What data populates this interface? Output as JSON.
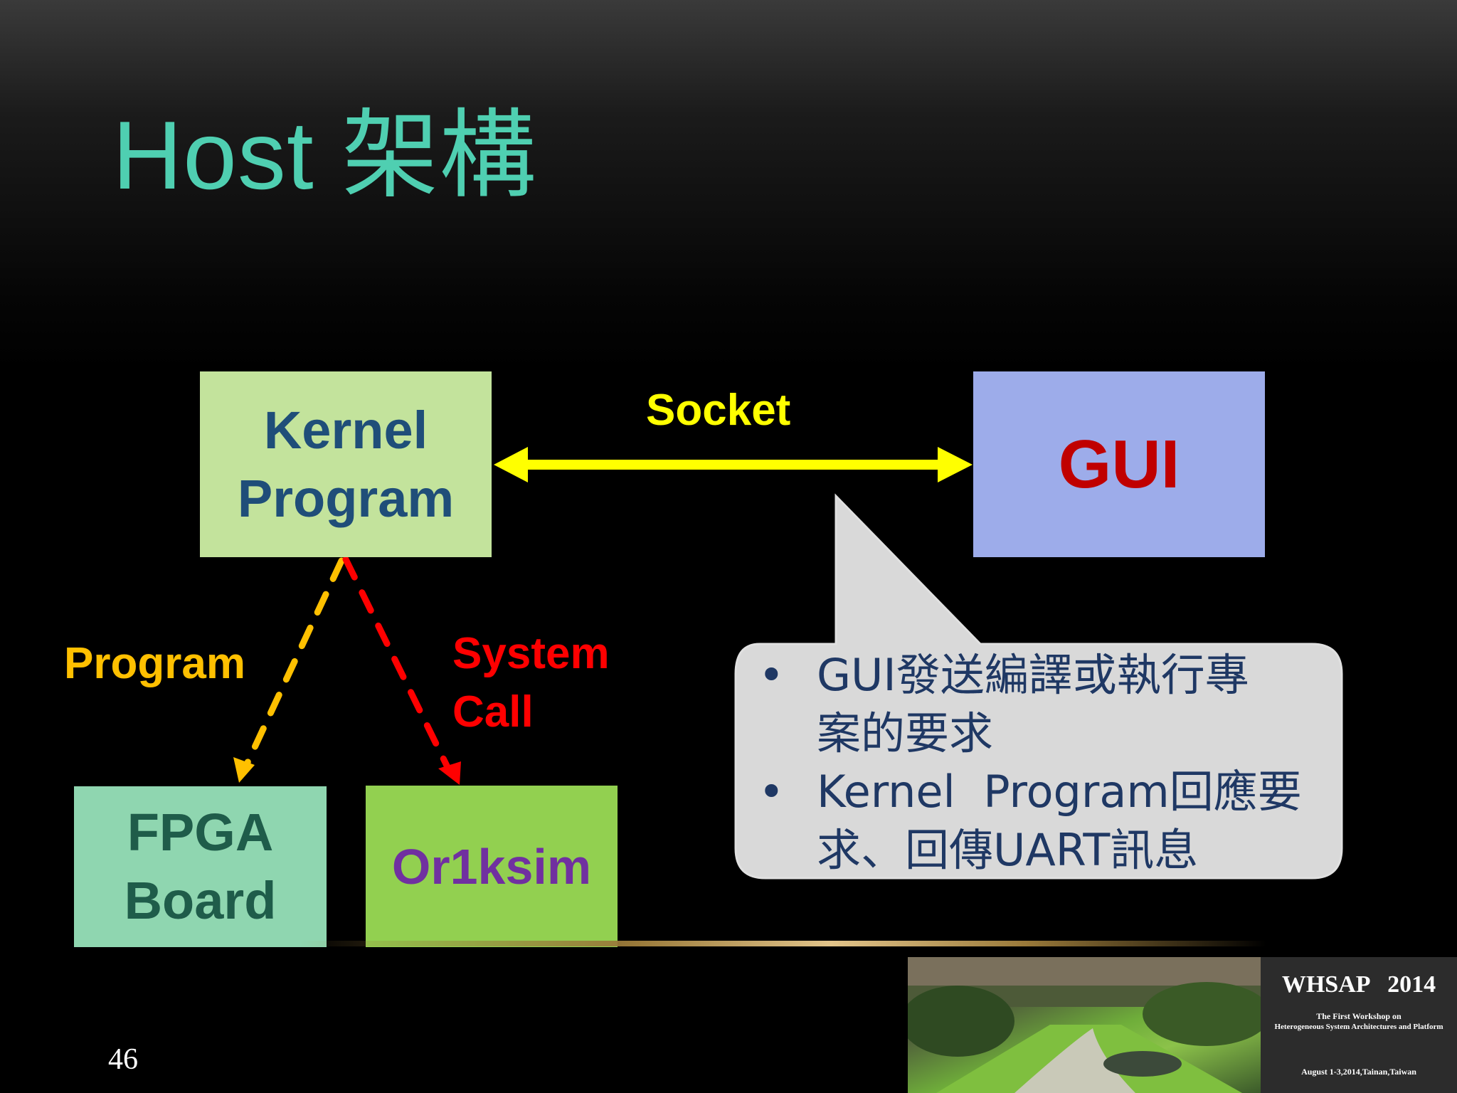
{
  "slide": {
    "title": "Host 架構",
    "page_number": "46"
  },
  "diagram": {
    "nodes": {
      "kernel": {
        "line1": "Kernel",
        "line2": "Program"
      },
      "gui": {
        "label": "GUI"
      },
      "fpga": {
        "line1": "FPGA",
        "line2": "Board"
      },
      "or1ksim": {
        "label": "Or1ksim"
      }
    },
    "edges": {
      "socket": "Socket",
      "program": "Program",
      "system_call_line1": "System",
      "system_call_line2": "Call"
    },
    "colors": {
      "kernel_fill": "#c3e39c",
      "gui_fill": "#9dacea",
      "fpga_fill": "#8fd6b0",
      "or1ksim_fill": "#92d050",
      "socket_arrow": "#ffff00",
      "program_arrow": "#ffc000",
      "system_call_arrow": "#ff0000",
      "title": "#4fcfb1"
    }
  },
  "callout": {
    "bullets": [
      {
        "marker": "•",
        "line1": "GUI發送編譯或執行專",
        "line2": "案的要求"
      },
      {
        "marker": "•",
        "line1": "Kernel  Program回應要",
        "line2": "求、回傳UART訊息"
      }
    ]
  },
  "logo": {
    "title": "WHSAP   2014",
    "subtitle1": "The First Workshop on",
    "subtitle2": "Heterogeneous System Architectures and Platform",
    "date": "August 1-3,2014,Tainan,Taiwan"
  }
}
